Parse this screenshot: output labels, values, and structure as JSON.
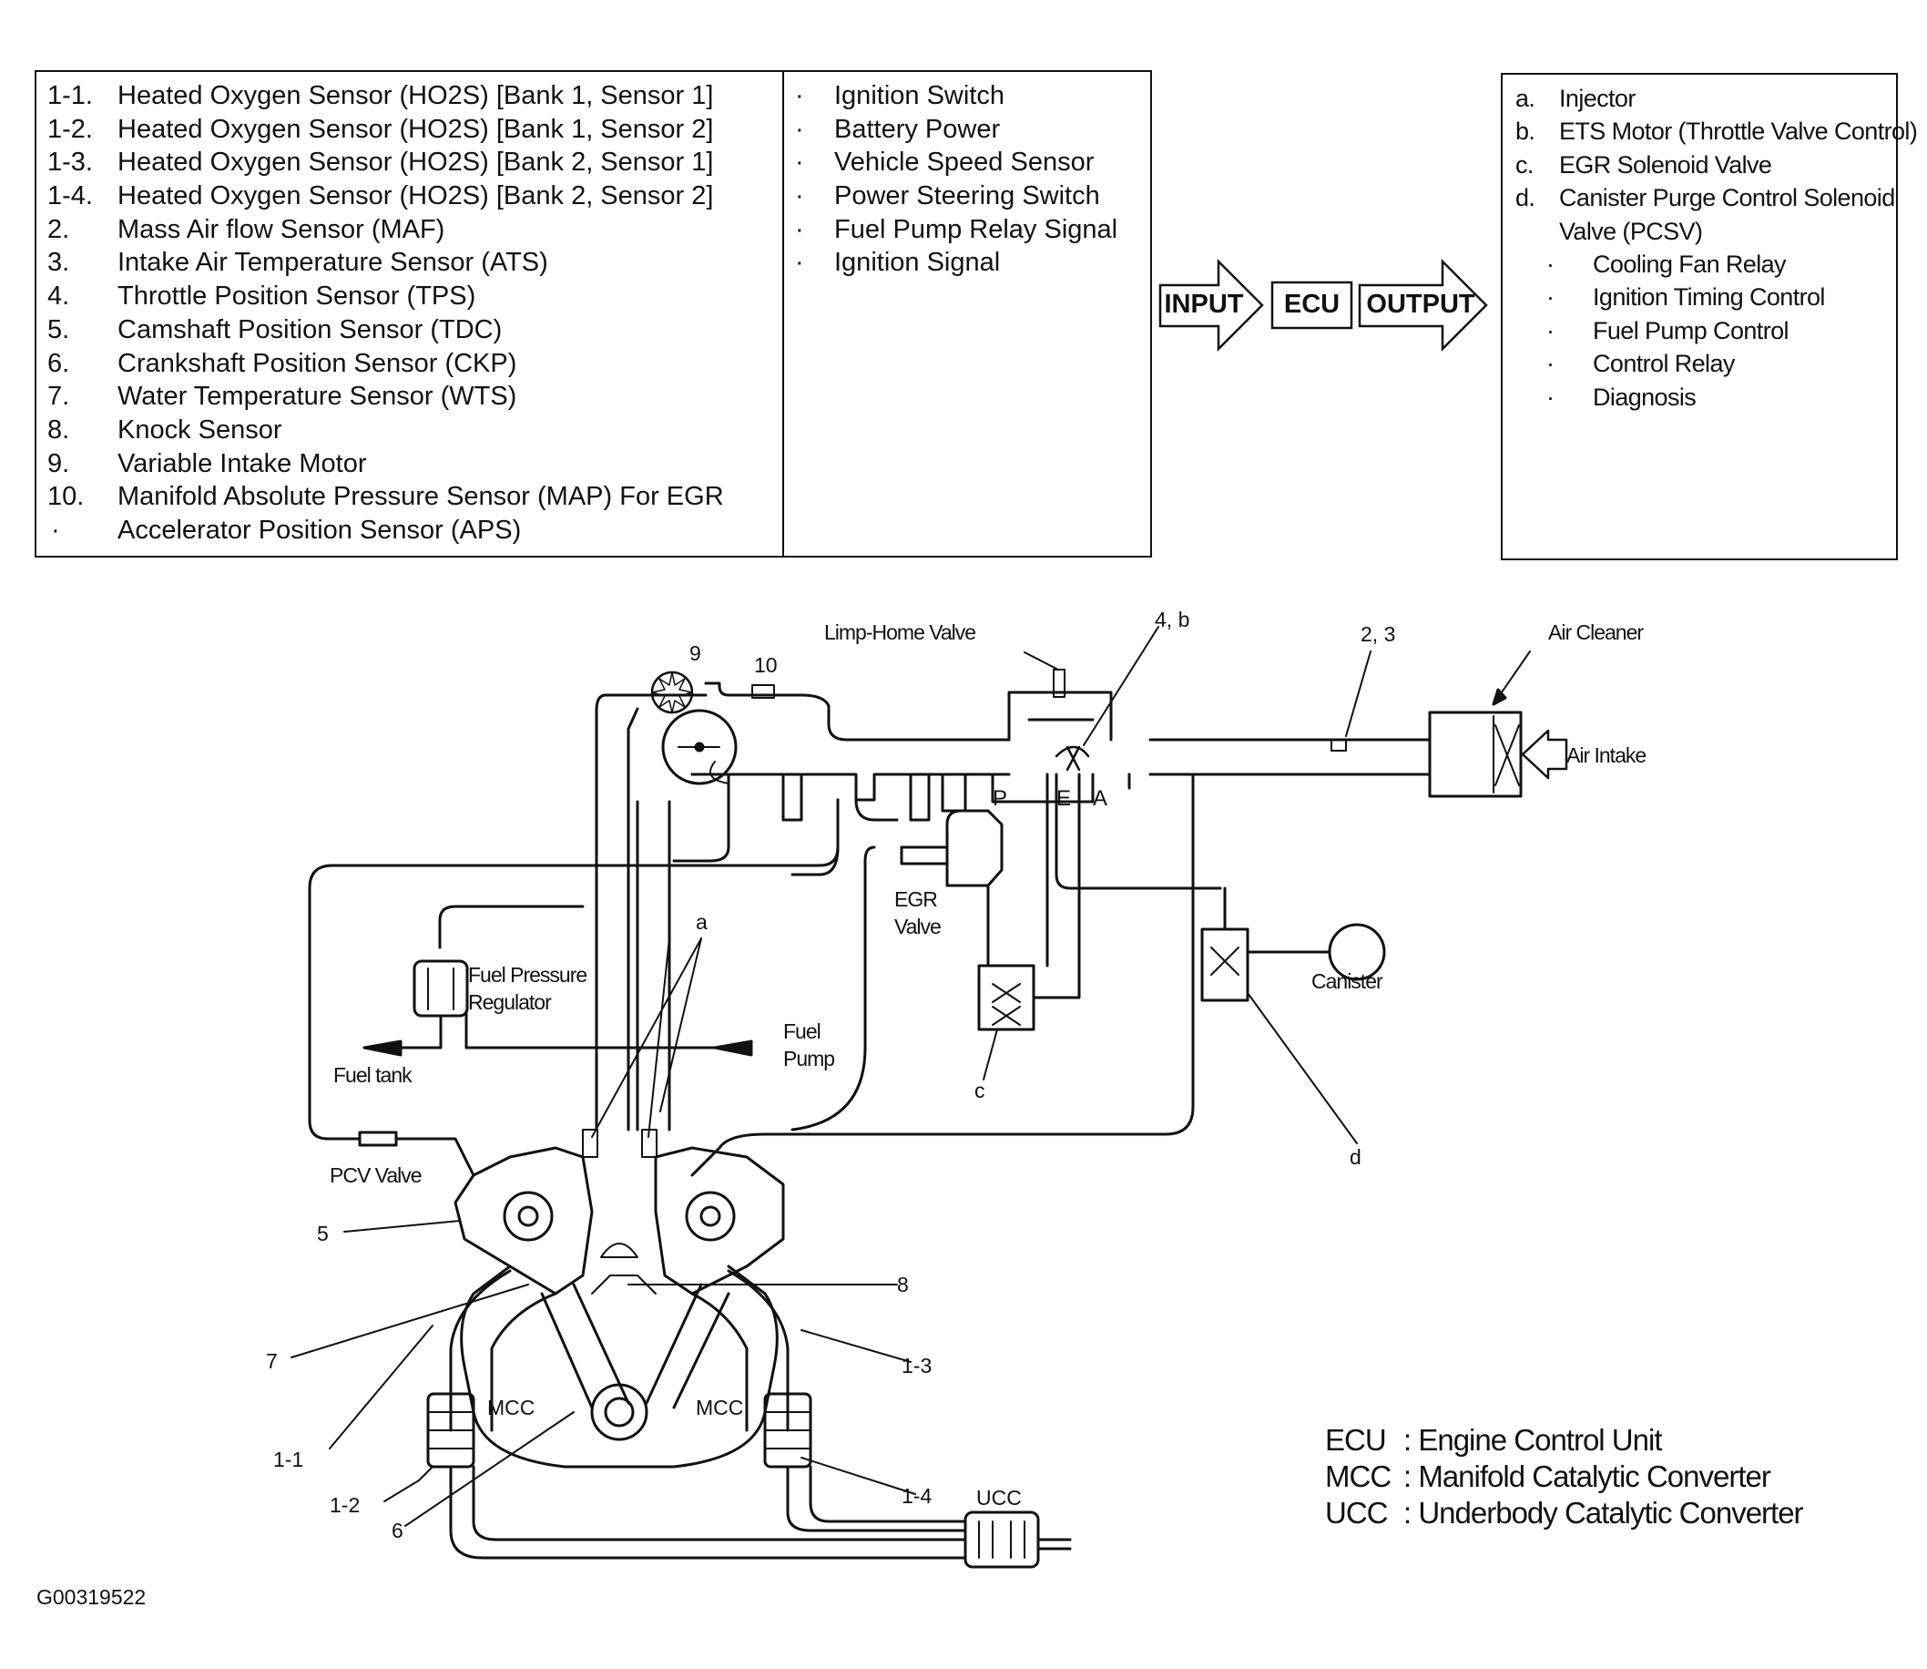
{
  "inputs": {
    "sensors": [
      {
        "num": "1-1.",
        "text": "Heated Oxygen Sensor (HO2S) [Bank 1, Sensor 1]"
      },
      {
        "num": "1-2.",
        "text": "Heated Oxygen Sensor (HO2S) [Bank 1, Sensor 2]"
      },
      {
        "num": "1-3.",
        "text": "Heated Oxygen Sensor (HO2S) [Bank 2, Sensor 1]"
      },
      {
        "num": "1-4.",
        "text": "Heated Oxygen Sensor (HO2S) [Bank 2, Sensor 2]"
      },
      {
        "num": "2.",
        "text": "Mass Air flow Sensor (MAF)"
      },
      {
        "num": "3.",
        "text": "Intake Air Temperature Sensor (ATS)"
      },
      {
        "num": "4.",
        "text": "Throttle Position Sensor (TPS)"
      },
      {
        "num": "5.",
        "text": "Camshaft Position Sensor (TDC)"
      },
      {
        "num": "6.",
        "text": "Crankshaft Position Sensor (CKP)"
      },
      {
        "num": "7.",
        "text": "Water Temperature Sensor (WTS)"
      },
      {
        "num": "8.",
        "text": "Knock Sensor"
      },
      {
        "num": "9.",
        "text": "Variable Intake Motor"
      },
      {
        "num": "10.",
        "text": "Manifold Absolute Pressure Sensor (MAP) For EGR"
      },
      {
        "num": "·",
        "text": "Accelerator Position Sensor (APS)"
      }
    ],
    "signals": [
      "Ignition Switch",
      "Battery Power",
      "Vehicle Speed Sensor",
      "Power Steering Switch",
      "Fuel Pump Relay Signal",
      "Ignition Signal"
    ]
  },
  "flow": {
    "input": "INPUT",
    "ecu": "ECU",
    "output": "OUTPUT"
  },
  "outputs": {
    "actuators": [
      {
        "key": "a.",
        "text": "Injector"
      },
      {
        "key": "b.",
        "text": "ETS Motor (Throttle Valve Control)"
      },
      {
        "key": "c.",
        "text": "EGR Solenoid Valve"
      },
      {
        "key": "d.",
        "text": "Canister Purge Control Solenoid"
      }
    ],
    "actuator_d_continued": "Valve (PCSV)",
    "controls": [
      "Cooling Fan Relay",
      "Ignition Timing Control",
      "Fuel Pump Control",
      "Control Relay",
      "Diagnosis"
    ]
  },
  "diagram": {
    "labels": {
      "limp_home_valve": "Limp-Home Valve",
      "air_cleaner": "Air Cleaner",
      "air_intake": "Air Intake",
      "egr_valve_1": "EGR",
      "egr_valve_2": "Valve",
      "canister": "Canister",
      "fuel_pressure_regulator_1": "Fuel Pressure",
      "fuel_pressure_regulator_2": "Regulator",
      "fuel_tank": "Fuel tank",
      "fuel_pump_1": "Fuel",
      "fuel_pump_2": "Pump",
      "pcv_valve": "PCV Valve",
      "mcc_left": "MCC",
      "mcc_right": "MCC",
      "ucc": "UCC",
      "port_p": "P",
      "port_e": "E",
      "port_a": "A"
    },
    "callouts": {
      "c9": "9",
      "c10": "10",
      "c4b": "4, b",
      "c23": "2, 3",
      "ca": "a",
      "cc": "c",
      "cd": "d",
      "c5": "5",
      "c8": "8",
      "c7": "7",
      "c13": "1-3",
      "c11": "1-1",
      "c12": "1-2",
      "c14": "1-4",
      "c6": "6"
    }
  },
  "legend": [
    {
      "abbr": "ECU",
      "desc": ": Engine Control Unit"
    },
    {
      "abbr": "MCC",
      "desc": ": Manifold Catalytic Converter"
    },
    {
      "abbr": "UCC",
      "desc": ": Underbody  Catalytic Converter"
    }
  ],
  "figure_id": "G00319522"
}
